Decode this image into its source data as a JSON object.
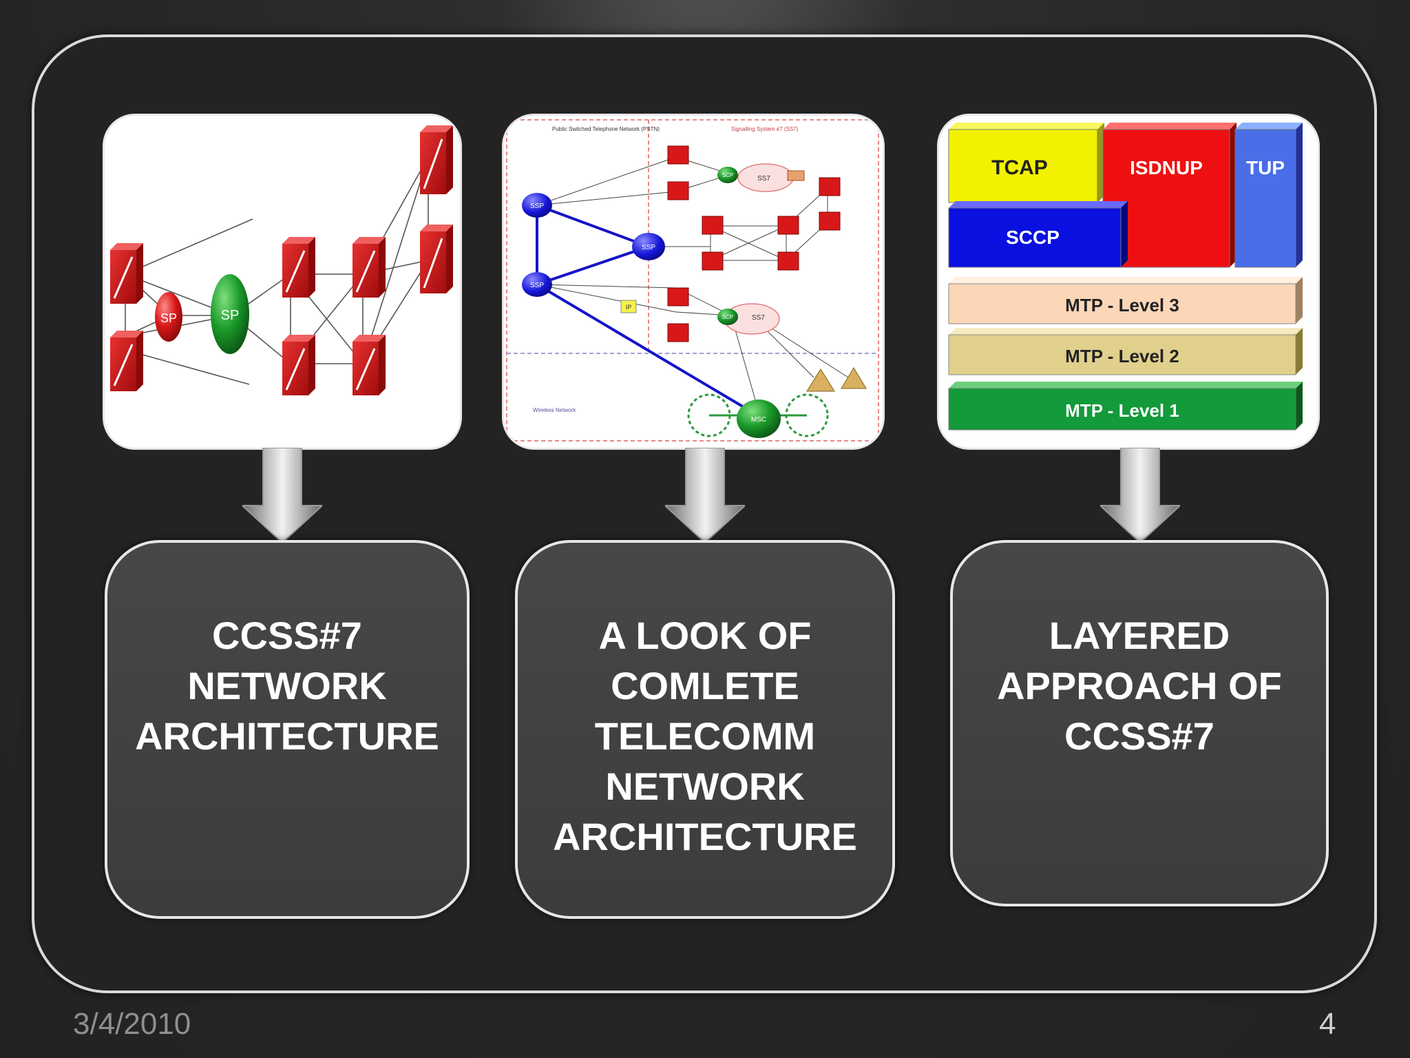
{
  "colors": {
    "background": "#232323",
    "frame_border": "#d9d9d9",
    "box_text": "#ffffff"
  },
  "cards": [
    {
      "name": "network-architecture-image",
      "icon": "ccss7-network-diagram"
    },
    {
      "name": "telecom-network-image",
      "icon": "complete-telecom-network-diagram",
      "labels": {
        "pstn": "Public Switched Telephone Network (PSTN)",
        "ss7_header": "Signalling System #7 (SS7)",
        "ssp": "SSP",
        "scp": "SCP",
        "ss7": "SS7",
        "ip": "IP",
        "msc": "MSC",
        "wireless": "Wireless Network"
      }
    },
    {
      "name": "protocol-stack-image",
      "icon": "ccss7-layer-stack",
      "layers": {
        "tcap": "TCAP",
        "isdnup": "ISDNUP",
        "tup": "TUP",
        "sccp": "SCCP",
        "mtp3": "MTP - Level 3",
        "mtp2": "MTP - Level 2",
        "mtp1": "MTP - Level 1"
      }
    }
  ],
  "boxes": [
    {
      "text": "CCSS#7\nNETWORK\nARCHITECTURE"
    },
    {
      "text": "A LOOK OF\nCOMLETE\nTELECOMM\nNETWORK\nARCHITECTURE"
    },
    {
      "text": "LAYERED\nAPPROACH OF\nCCSS#7"
    }
  ],
  "footer": {
    "date": "3/4/2010",
    "page_number": "4"
  }
}
